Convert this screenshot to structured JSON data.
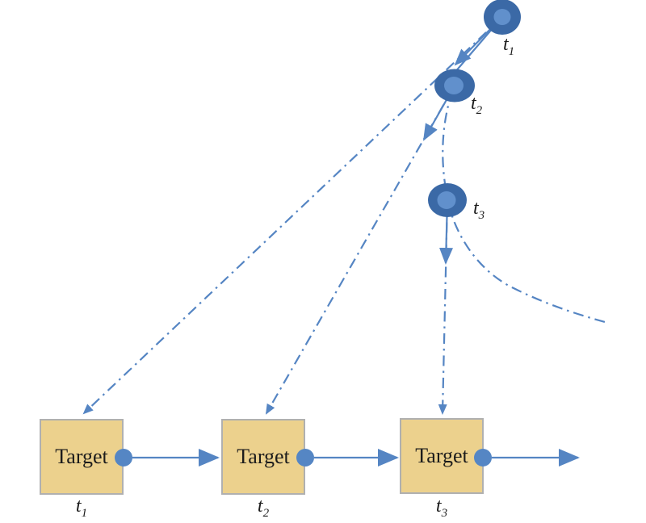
{
  "nodes": [
    {
      "time_base": "t",
      "time_sub": "1"
    },
    {
      "time_base": "t",
      "time_sub": "2"
    },
    {
      "time_base": "t",
      "time_sub": "3"
    }
  ],
  "boxes": [
    {
      "label": "Target",
      "time_base": "t",
      "time_sub": "1"
    },
    {
      "label": "Target",
      "time_base": "t",
      "time_sub": "2"
    },
    {
      "label": "Target",
      "time_base": "t",
      "time_sub": "3"
    }
  ],
  "colors": {
    "line-color": "#5585c3",
    "node-outer": "#3b69a6",
    "node-inner": "#6190cc",
    "connector-dot": "#5586c4",
    "box-fill": "#ecd18d",
    "box-border": "#b0b0b0",
    "text-color": "#1c1c1c"
  }
}
